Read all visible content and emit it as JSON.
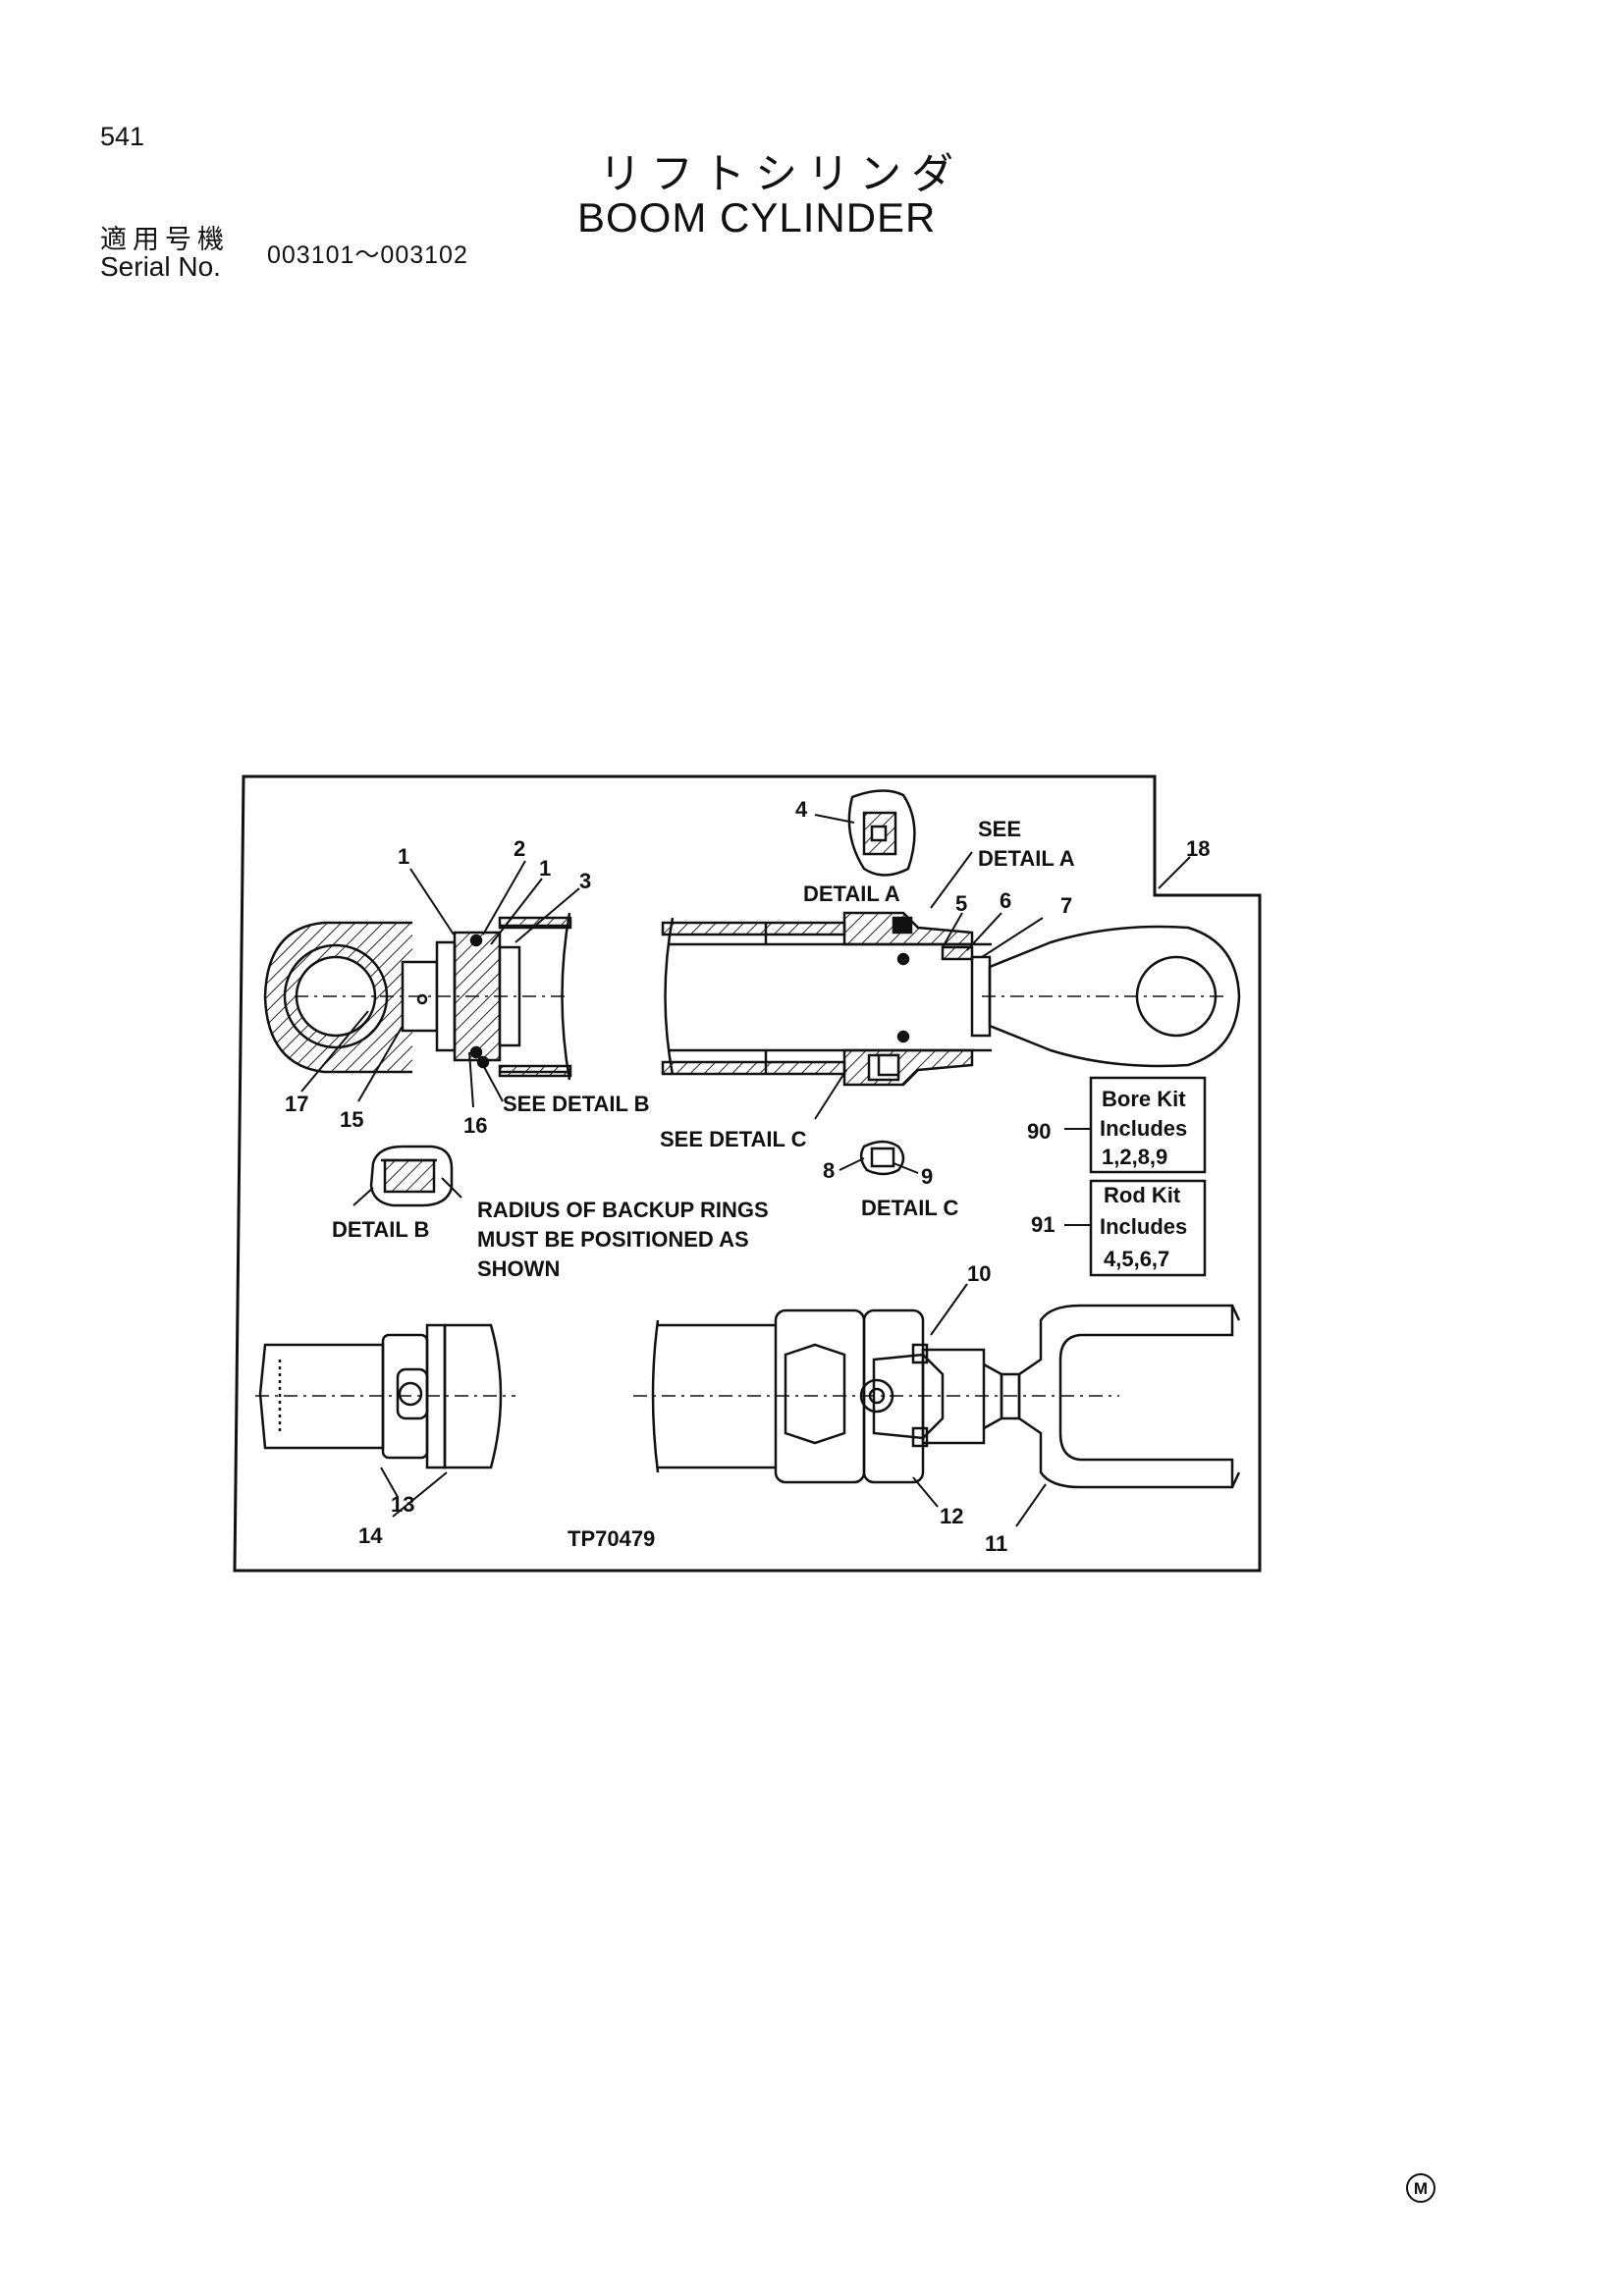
{
  "header": {
    "page_number": "541",
    "title_jp": "リフトシリンダ",
    "title_en": "BOOM CYLINDER",
    "serial_label_jp": "適用号機",
    "serial_label_en": "Serial No.",
    "serial_range": "003101～003102"
  },
  "diagram": {
    "callouts": [
      "1",
      "2",
      "1",
      "3",
      "4",
      "5",
      "6",
      "7",
      "8",
      "9",
      "10",
      "11",
      "12",
      "13",
      "14",
      "15",
      "16",
      "17",
      "18"
    ],
    "see_detail_a": [
      "SEE",
      "DETAIL A"
    ],
    "detail_a": "DETAIL A",
    "see_detail_b": "SEE DETAIL B",
    "see_detail_c": "SEE DETAIL C",
    "detail_b": "DETAIL B",
    "detail_c": "DETAIL C",
    "note_lines": [
      "RADIUS OF BACKUP RINGS",
      "MUST BE POSITIONED AS",
      "SHOWN"
    ],
    "kits": [
      {
        "number": "90",
        "lines": [
          "Bore Kit",
          "Includes",
          "1,2,8,9"
        ]
      },
      {
        "number": "91",
        "lines": [
          "Rod Kit",
          "Includes",
          "4,5,6,7"
        ]
      }
    ],
    "drawing_id": "TP70479"
  },
  "footer": {
    "mark": "M"
  }
}
